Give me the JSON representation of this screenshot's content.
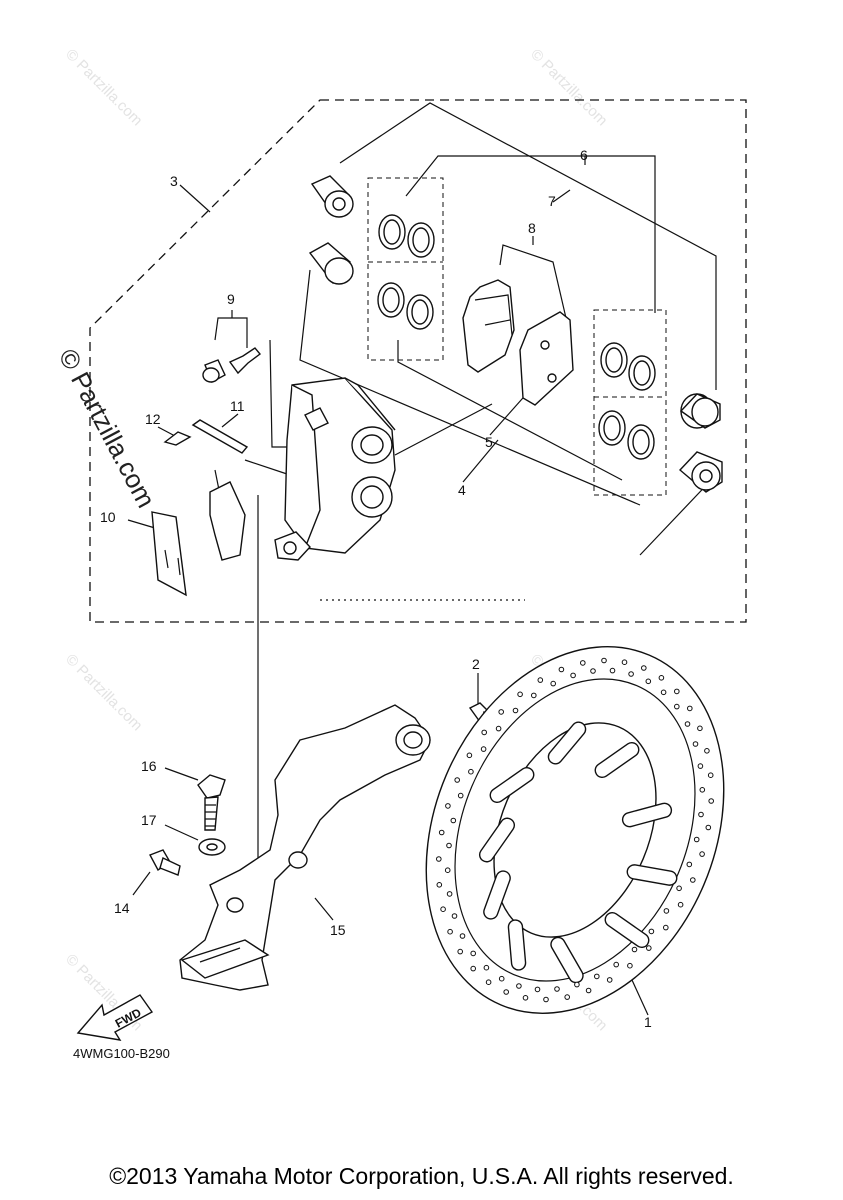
{
  "diagram": {
    "part_code": "4WMG100-B290",
    "fwd_label": "FWD",
    "watermark": "© Partzilla.com",
    "callouts": {
      "c1": "1",
      "c2": "2",
      "c3": "3",
      "c4": "4",
      "c5": "5",
      "c6": "6",
      "c7": "7",
      "c8": "8",
      "c9": "9",
      "c10": "10",
      "c11": "11",
      "c12": "12",
      "c14": "14",
      "c15": "15",
      "c16": "16",
      "c17": "17"
    }
  },
  "footer": {
    "copyright": "©2013 Yamaha Motor Corporation, U.S.A. All rights reserved."
  }
}
